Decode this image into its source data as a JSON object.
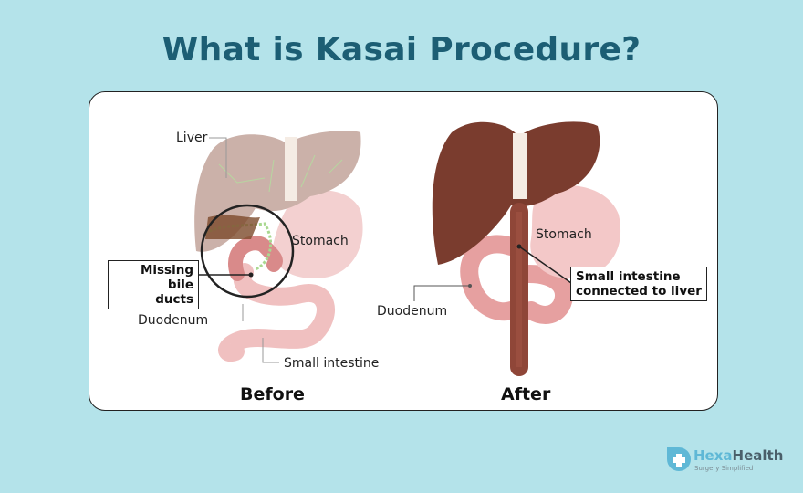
{
  "title": "What is Kasai Procedure?",
  "before": {
    "caption": "Before",
    "labels": {
      "liver": "Liver",
      "stomach": "Stomach",
      "duodenum": "Duodenum",
      "small_intestine": "Small intestine"
    },
    "callout": {
      "line1": "Missing bile",
      "line2": "ducts"
    }
  },
  "after": {
    "caption": "After",
    "labels": {
      "stomach": "Stomach",
      "duodenum": "Duodenum"
    },
    "callout": {
      "line1": "Small intestine",
      "line2": "connected to liver"
    }
  },
  "logo": {
    "name_part1": "Hexa",
    "name_part2": "Health",
    "tagline": "Surgery Simplified"
  },
  "colors": {
    "background": "#b4e3ea",
    "title": "#1c5e74",
    "liver_faded": "#cbb1a9",
    "liver": "#7a3c2e",
    "stomach": "#f2caca",
    "intestine": "#e9a0a0",
    "bile_duct": "#9fd48a"
  }
}
